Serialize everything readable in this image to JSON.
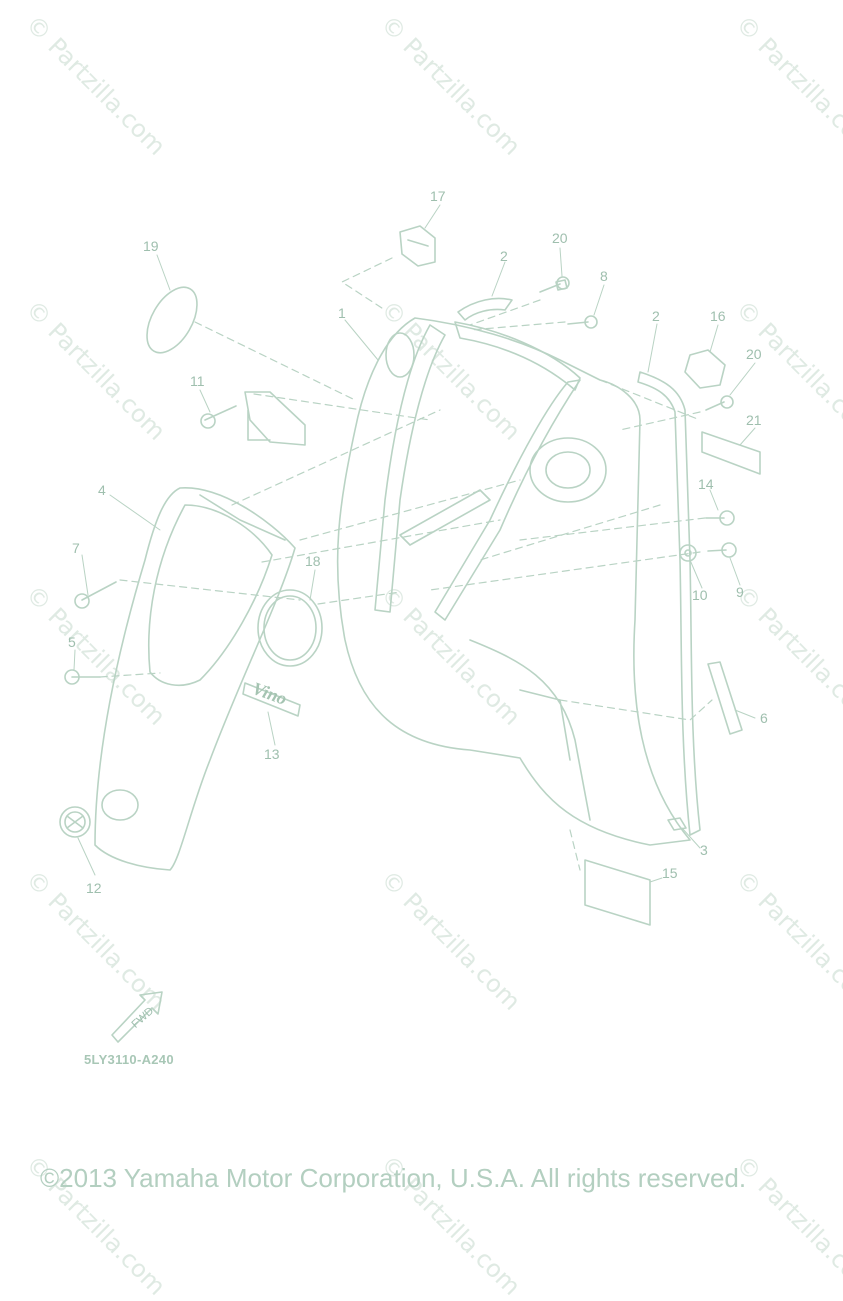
{
  "watermark": "© Partzilla.com",
  "part_numbers": {
    "p1": "1",
    "p2a": "2",
    "p2b": "2",
    "p3": "3",
    "p4": "4",
    "p5": "5",
    "p6": "6",
    "p7": "7",
    "p8": "8",
    "p9": "9",
    "p10": "10",
    "p11": "11",
    "p12": "12",
    "p13": "13",
    "p14": "14",
    "p15": "15",
    "p16": "16",
    "p17": "17",
    "p18": "18",
    "p19": "19",
    "p20a": "20",
    "p20b": "20",
    "p21": "21"
  },
  "emblem_text": "Vino",
  "fwd_label": "FWD",
  "diagram_ref": "5LY3110-A240",
  "copyright": "©2013 Yamaha Motor Corporation, U.S.A. All rights reserved.",
  "colors": {
    "line": "#b9d3c4",
    "text": "#9fbfae",
    "watermark": "#dfeae3"
  }
}
